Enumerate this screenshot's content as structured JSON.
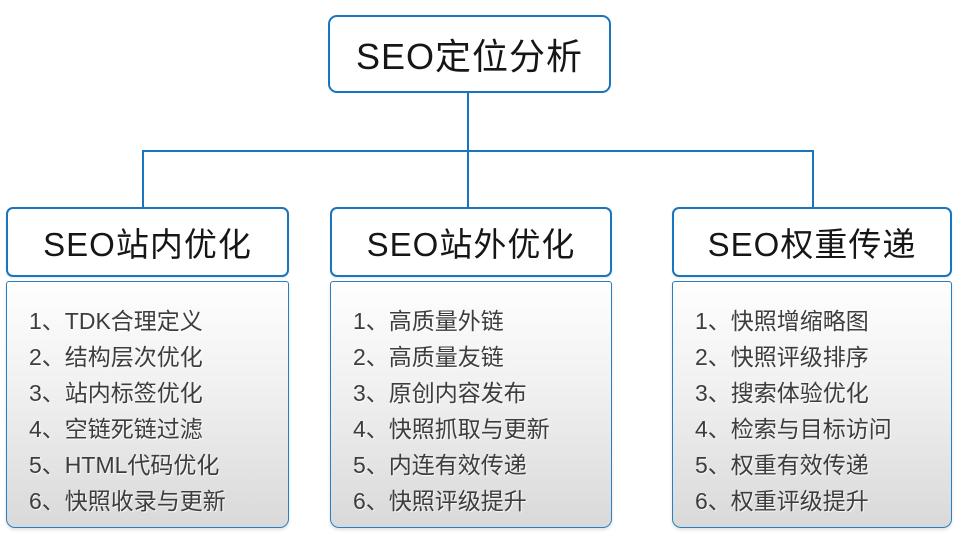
{
  "root": {
    "title": "SEO定位分析"
  },
  "columns": [
    {
      "title": "SEO站内优化",
      "items": [
        "1、TDK合理定义",
        "2、结构层次优化",
        "3、站内标签优化",
        "4、空链死链过滤",
        "5、HTML代码优化",
        "6、快照收录与更新"
      ]
    },
    {
      "title": "SEO站外优化",
      "items": [
        "1、高质量外链",
        "2、高质量友链",
        "3、原创内容发布",
        "4、快照抓取与更新",
        "5、内连有效传递",
        "6、快照评级提升"
      ]
    },
    {
      "title": "SEO权重传递",
      "items": [
        "1、快照增缩略图",
        "2、快照评级排序",
        "3、搜索体验优化",
        "4、检索与目标访问",
        "5、权重有效传递",
        "6、权重评级提升"
      ]
    }
  ],
  "colors": {
    "line_blue": "#1a75bc",
    "list_gradient_top": "#fefefe",
    "list_gradient_bottom": "#d9d9d9",
    "header_text": "#161616",
    "list_text": "#3d3d3d"
  }
}
